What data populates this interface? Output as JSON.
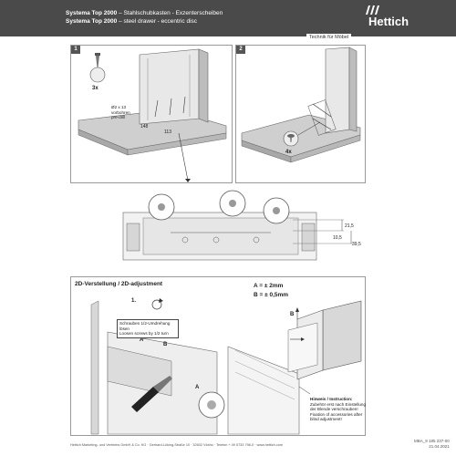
{
  "header": {
    "title_de_prefix": "Systema Top 2000",
    "title_de_suffix": " – Stahlschubkasten - Exzenterscheiben",
    "title_en_prefix": "Systema Top 2000",
    "title_en_suffix": " – steel drawer - eccentric disc",
    "brand": "Hettich",
    "tagline": "Technik für Möbel"
  },
  "steps": {
    "step1": {
      "number": "1",
      "quantity": "3x",
      "drill_label_line1": "Ø2 x 13",
      "drill_label_line2": "vorbohren",
      "drill_label_line3": "pre-drill",
      "dim_a": "148",
      "dim_b": "113"
    },
    "step2": {
      "number": "2",
      "quantity": "4x"
    }
  },
  "detail": {
    "dim_top": "21,5",
    "dim_mid": "10,5",
    "dim_bottom": "39,5"
  },
  "adjustment": {
    "title": "2D-Verstellung / 2D-adjustment",
    "tolerance_a": "A = ± 2mm",
    "tolerance_b": "B = ± 0,5mm",
    "sub_step": "1.",
    "callout_de": "Schrauben 1/2-Umdrehung lösen",
    "callout_en": "Loosen screws by 1/2 turn",
    "label_a": "A",
    "label_b": "B",
    "label_b2": "B",
    "label_b3": "B",
    "label_a2": "A",
    "note_title": "Hinweis / Instruction:",
    "note_line1": "Zubehör erst nach Einstellung",
    "note_line2": "der Blende verschrauben!",
    "note_line3": "Fixation of accessories after",
    "note_line4": "blind adjustment!"
  },
  "footer": {
    "company": "Hettich Marketing- und Vertriebs GmbH & Co. KG · Gerhard-Lüking-Straße 10 · 32602 Vlotho · Telefon + 49 5733 798-0 · www.hettich.com",
    "doc_number": "MBA_9 185 237-00",
    "doc_date": "21.04.2021"
  },
  "colors": {
    "header_bg": "#4a4a4a",
    "panel_border": "#999999",
    "line": "#444444"
  },
  "icons": [
    "screw-icon",
    "screwdriver-icon",
    "rotate-icon",
    "hettich-logo-icon"
  ]
}
